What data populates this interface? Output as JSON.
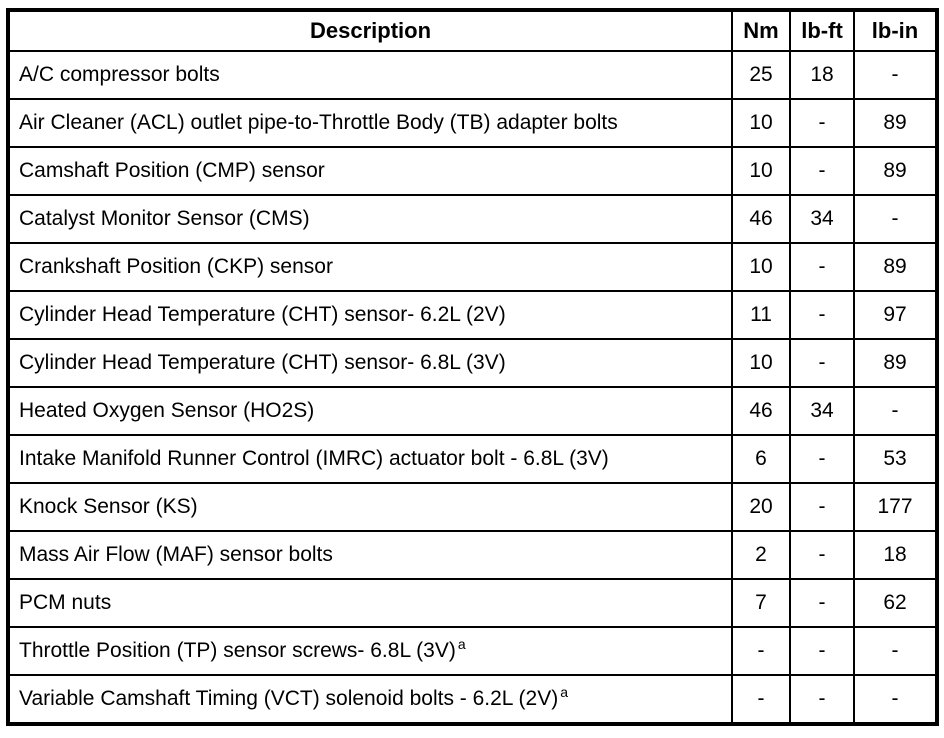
{
  "table": {
    "columns": {
      "description": "Description",
      "nm": "Nm",
      "lbft": "lb-ft",
      "lbin": "lb-in"
    },
    "rows": [
      {
        "desc": "A/C compressor bolts",
        "sup": "",
        "nm": "25",
        "lbft": "18",
        "lbin": "-"
      },
      {
        "desc": "Air Cleaner (ACL) outlet pipe-to-Throttle Body (TB) adapter bolts",
        "sup": "",
        "nm": "10",
        "lbft": "-",
        "lbin": "89"
      },
      {
        "desc": "Camshaft Position (CMP) sensor",
        "sup": "",
        "nm": "10",
        "lbft": "-",
        "lbin": "89"
      },
      {
        "desc": "Catalyst Monitor Sensor (CMS)",
        "sup": "",
        "nm": "46",
        "lbft": "34",
        "lbin": "-"
      },
      {
        "desc": "Crankshaft Position (CKP) sensor",
        "sup": "",
        "nm": "10",
        "lbft": "-",
        "lbin": "89"
      },
      {
        "desc": "Cylinder Head Temperature (CHT) sensor- 6.2L (2V)",
        "sup": "",
        "nm": "11",
        "lbft": "-",
        "lbin": "97"
      },
      {
        "desc": "Cylinder Head Temperature (CHT) sensor- 6.8L (3V)",
        "sup": "",
        "nm": "10",
        "lbft": "-",
        "lbin": "89"
      },
      {
        "desc": "Heated Oxygen Sensor (HO2S)",
        "sup": "",
        "nm": "46",
        "lbft": "34",
        "lbin": "-"
      },
      {
        "desc": "Intake Manifold Runner Control (IMRC) actuator bolt - 6.8L (3V)",
        "sup": "",
        "nm": "6",
        "lbft": "-",
        "lbin": "53"
      },
      {
        "desc": "Knock Sensor (KS)",
        "sup": "",
        "nm": "20",
        "lbft": "-",
        "lbin": "177"
      },
      {
        "desc": "Mass Air Flow (MAF) sensor bolts",
        "sup": "",
        "nm": "2",
        "lbft": "-",
        "lbin": "18"
      },
      {
        "desc": "PCM nuts",
        "sup": "",
        "nm": "7",
        "lbft": "-",
        "lbin": "62"
      },
      {
        "desc": "Throttle Position (TP) sensor screws- 6.8L (3V)",
        "sup": "a",
        "nm": "-",
        "lbft": "-",
        "lbin": "-"
      },
      {
        "desc": "Variable Camshaft Timing (VCT) solenoid bolts - 6.2L (2V)",
        "sup": "a",
        "nm": "-",
        "lbft": "-",
        "lbin": "-"
      }
    ]
  }
}
